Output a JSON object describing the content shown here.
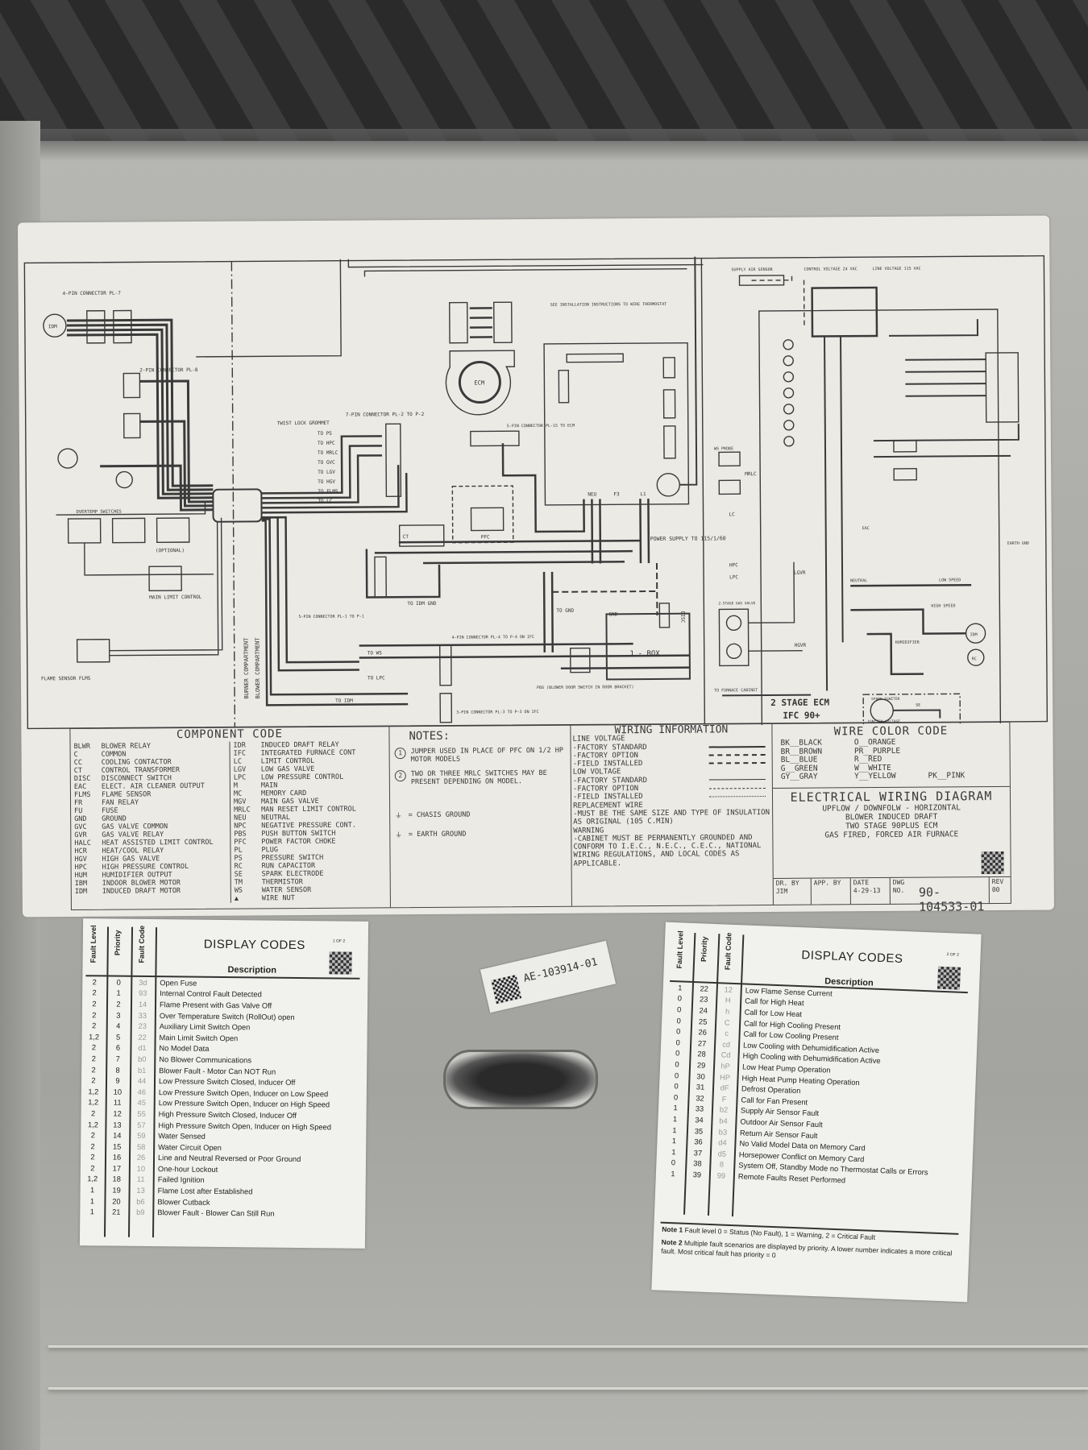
{
  "main_label": {
    "diagram_labels": {
      "idm_connector": "4-PIN CONNECTOR PL-7",
      "idm": "IDM",
      "pressure_switch_connector": "2-PIN CONNECTOR PL-8",
      "flame_sensor": "FLAME SENSOR FLMS",
      "overtemp_switches": "OVERTEMP SWITCHES",
      "optional": "(OPTIONAL)",
      "main_limit": "MAIN LIMIT CONTROL",
      "twist_lock": "TWIST LOCK GROMMET",
      "seven_pin": "7-PIN CONNECTOR PL-2 TO P-2",
      "to_ps": "TO PS",
      "to_hpc": "TO HPC",
      "to_mrlc": "TO MRLC",
      "to_gvc": "TO GVC",
      "to_lgv": "TO LGV",
      "to_hgv": "TO HGV",
      "to_flms": "TO FLMS",
      "to_lc": "TO LC",
      "burner_compartment": "BURNER COMPARTMENT",
      "blower_compartment": "BLOWER COMPARTMENT",
      "ecm": "ECM",
      "see_installation": "SEE INSTALLATION INSTRUCTIONS TO WIRE THERMOSTAT",
      "five_pin": "5-PIN CONNECTOR PL-15 TO ECM",
      "pfc": "PFC",
      "ct": "CT",
      "neu": "NEU",
      "l1": "L1",
      "f3": "F3",
      "power_supply": "POWER SUPPLY TO 115/1/60",
      "disc": "DISC",
      "to_gnd": "TO GND",
      "gnd": "GND",
      "j_box": "J - BOX",
      "pbs": "PBS (BLOWER DOOR SWITCH IN DOOR BRACKET)",
      "five_pin_pl1": "5-PIN CONNECTOR PL-1 TO P-1",
      "four_pin_pl4": "4-PIN CONNECTOR PL-4 TO P-4 ON IFC",
      "three_pin_pl3": "3-PIN CONNECTOR PL-3 TO P-3 ON IFC",
      "to_ws": "TO WS",
      "to_lpc": "TO LPC",
      "to_idm": "TO IDM",
      "to_idm_gnd": "TO IDM GND",
      "supply_air_sensor": "SUPPLY AIR SENSOR",
      "control_voltage": "CONTROL VOLTAGE 24 VAC",
      "line_voltage": "LINE VOLTAGE 115 VAC",
      "ws_probe": "WS PROBE",
      "mrlc": "MRLC",
      "lc": "LC",
      "hpc": "HPC",
      "lpc": "LPC",
      "lgvr": "LGVR",
      "hgvr": "HGVR",
      "two_stage_gas_valve": "2-STAGE GAS VALVE",
      "to_furnace_cabinet": "TO FURNACE CABINET",
      "neutral": "NEUTRAL",
      "humidifier": "HUMIDIFIER",
      "low_speed": "LOW SPEED",
      "high_speed": "HIGH SPEED",
      "idm_right": "IDM",
      "rc": "RC",
      "earth_gnd": "EARTH GND",
      "eac": "EAC",
      "ifc_title_1": "2 STAGE ECM",
      "ifc_title_2": "IFC 90+",
      "spark_igniter": "SPARK IGNITER",
      "igniter_voltage": "IGNITER VOLTAGE",
      "se": "SE"
    },
    "component_code": {
      "title": "COMPONENT CODE",
      "left": [
        [
          "BLWR",
          "BLOWER RELAY"
        ],
        [
          "C",
          "COMMON"
        ],
        [
          "CC",
          "COOLING CONTACTOR"
        ],
        [
          "CT",
          "CONTROL TRANSFORMER"
        ],
        [
          "DISC",
          "DISCONNECT SWITCH"
        ],
        [
          "EAC",
          "ELECT. AIR CLEANER OUTPUT"
        ],
        [
          "FLMS",
          "FLAME SENSOR"
        ],
        [
          "FR",
          "FAN RELAY"
        ],
        [
          "FU",
          "FUSE"
        ],
        [
          "GND",
          "GROUND"
        ],
        [
          "GVC",
          "GAS VALVE COMMON"
        ],
        [
          "GVR",
          "GAS VALVE RELAY"
        ],
        [
          "HALC",
          "HEAT ASSISTED LIMIT CONTROL"
        ],
        [
          "HCR",
          "HEAT/COOL RELAY"
        ],
        [
          "HGV",
          "HIGH GAS VALVE"
        ],
        [
          "HPC",
          "HIGH PRESSURE CONTROL"
        ],
        [
          "HUM",
          "HUMIDIFIER OUTPUT"
        ],
        [
          "IBM",
          "INDOOR BLOWER MOTOR"
        ],
        [
          "IDM",
          "INDUCED DRAFT MOTOR"
        ]
      ],
      "right": [
        [
          "IDR",
          "INDUCED DRAFT RELAY"
        ],
        [
          "IFC",
          "INTEGRATED FURNACE CONT"
        ],
        [
          "LC",
          "LIMIT CONTROL"
        ],
        [
          "LGV",
          "LOW GAS VALVE"
        ],
        [
          "LPC",
          "LOW PRESSURE CONTROL"
        ],
        [
          "M",
          "MAIN"
        ],
        [
          "MC",
          "MEMORY CARD"
        ],
        [
          "MGV",
          "MAIN GAS VALVE"
        ],
        [
          "MRLC",
          "MAN RESET LIMIT CONTROL"
        ],
        [
          "NEU",
          "NEUTRAL"
        ],
        [
          "NPC",
          "NEGATIVE PRESSURE CONT."
        ],
        [
          "PBS",
          "PUSH BUTTON SWITCH"
        ],
        [
          "PFC",
          "POWER FACTOR CHOKE"
        ],
        [
          "PL",
          "PLUG"
        ],
        [
          "PS",
          "PRESSURE SWITCH"
        ],
        [
          "RC",
          "RUN CAPACITOR"
        ],
        [
          "SE",
          "SPARK ELECTRODE"
        ],
        [
          "TM",
          "THERMISTOR"
        ],
        [
          "WS",
          "WATER SENSOR"
        ],
        [
          "▲",
          "WIRE NUT"
        ]
      ]
    },
    "notes": {
      "title": "NOTES:",
      "items": [
        {
          "num": "1",
          "text": "JUMPER USED IN PLACE OF PFC ON 1/2 HP MOTOR MODELS"
        },
        {
          "num": "2",
          "text": "TWO OR THREE MRLC SWITCHES MAY BE PRESENT DEPENDING ON MODEL."
        }
      ],
      "chassis_ground": "= CHASIS GROUND",
      "earth_ground": "= EARTH GROUND"
    },
    "wiring_information": {
      "title": "WIRING INFORMATION",
      "line_voltage": "LINE VOLTAGE",
      "lv_factory_standard": "-FACTORY STANDARD",
      "lv_factory_option": "-FACTORY OPTION",
      "lv_field_installed": "-FIELD INSTALLED",
      "low_voltage": "LOW VOLTAGE",
      "low_factory_standard": "-FACTORY STANDARD",
      "low_factory_option": "-FACTORY OPTION",
      "low_field_installed": "-FIELD INSTALLED",
      "replacement_wire": "REPLACEMENT WIRE",
      "replacement_text": "-MUST BE THE SAME SIZE AND TYPE OF INSULATION AS ORIGINAL (105 C.MIN)",
      "warning": "WARNING",
      "warning_text": "-CABINET MUST BE PERMANENTLY GROUNDED AND CONFORM TO I.E.C., N.E.C., C.E.C., NATIONAL WIRING REGULATIONS, AND LOCAL CODES AS APPLICABLE."
    },
    "wire_color_code": {
      "title": "WIRE COLOR CODE",
      "items": [
        "BK__BLACK",
        "O__ORANGE",
        "",
        "BR__BROWN",
        "PR__PURPLE",
        "",
        "BL__BLUE",
        "R__RED",
        "",
        "G__GREEN",
        "W__WHITE",
        "",
        "GY__GRAY",
        "Y__YELLOW",
        "PK__PINK"
      ]
    },
    "title_block": {
      "title": "ELECTRICAL WIRING DIAGRAM",
      "line1": "UPFLOW / DOWNFOLW - HORIZONTAL",
      "line2": "BLOWER INDUCED DRAFT",
      "line3": "TWO STAGE 90PLUS ECM",
      "line4": "GAS FIRED, FORCED AIR FURNACE",
      "dr_by_label": "DR. BY",
      "dr_by": "JIM",
      "app_by_label": "APP. BY",
      "date_label": "DATE",
      "date": "4-29-13",
      "dwg_label": "DWG NO.",
      "dwg_no": "90-104533-01",
      "rev_label": "REV",
      "rev": "00"
    }
  },
  "sticker": {
    "text": "AE-103914-01"
  },
  "display_codes_1": {
    "title": "DISPLAY CODES",
    "page": "1 OF 2",
    "headers": {
      "fault_level": "Fault Level",
      "priority": "Priority",
      "fault_code": "Fault Code",
      "description": "Description"
    },
    "rows": [
      {
        "level": "2",
        "priority": "0",
        "code": "3d",
        "desc": "Open Fuse"
      },
      {
        "level": "2",
        "priority": "1",
        "code": "93",
        "desc": "Internal Control Fault Detected"
      },
      {
        "level": "2",
        "priority": "2",
        "code": "14",
        "desc": "Flame Present with Gas Valve Off"
      },
      {
        "level": "2",
        "priority": "3",
        "code": "33",
        "desc": "Over Temperature Switch (RollOut) open"
      },
      {
        "level": "2",
        "priority": "4",
        "code": "23",
        "desc": "Auxiliary Limit Switch Open"
      },
      {
        "level": "1,2",
        "priority": "5",
        "code": "22",
        "desc": "Main Limit Switch Open"
      },
      {
        "level": "2",
        "priority": "6",
        "code": "d1",
        "desc": "No Model Data"
      },
      {
        "level": "2",
        "priority": "7",
        "code": "b0",
        "desc": "No Blower Communications"
      },
      {
        "level": "2",
        "priority": "8",
        "code": "b1",
        "desc": "Blower Fault - Motor Can NOT Run"
      },
      {
        "level": "2",
        "priority": "9",
        "code": "44",
        "desc": "Low Pressure Switch Closed, Inducer Off"
      },
      {
        "level": "1,2",
        "priority": "10",
        "code": "46",
        "desc": "Low Pressure Switch Open, Inducer on Low Speed"
      },
      {
        "level": "1,2",
        "priority": "11",
        "code": "45",
        "desc": "Low Pressure Switch Open, Inducer on High Speed"
      },
      {
        "level": "2",
        "priority": "12",
        "code": "55",
        "desc": "High Pressure Switch Closed, Inducer Off"
      },
      {
        "level": "1,2",
        "priority": "13",
        "code": "57",
        "desc": "High Pressure Switch Open, Inducer on High Speed"
      },
      {
        "level": "2",
        "priority": "14",
        "code": "59",
        "desc": "Water Sensed"
      },
      {
        "level": "2",
        "priority": "15",
        "code": "58",
        "desc": "Water Circuit Open"
      },
      {
        "level": "2",
        "priority": "16",
        "code": "26",
        "desc": "Line and Neutral Reversed or Poor Ground"
      },
      {
        "level": "2",
        "priority": "17",
        "code": "10",
        "desc": "One-hour Lockout"
      },
      {
        "level": "1,2",
        "priority": "18",
        "code": "11",
        "desc": "Failed Ignition"
      },
      {
        "level": "1",
        "priority": "19",
        "code": "13",
        "desc": "Flame Lost after Established"
      },
      {
        "level": "1",
        "priority": "20",
        "code": "b6",
        "desc": "Blower Cutback"
      },
      {
        "level": "1",
        "priority": "21",
        "code": "b9",
        "desc": "Blower Fault - Blower Can Still Run"
      }
    ]
  },
  "display_codes_2": {
    "title": "DISPLAY CODES",
    "page": "2 OF 2",
    "headers": {
      "fault_level": "Fault Level",
      "priority": "Priority",
      "fault_code": "Fault Code",
      "description": "Description"
    },
    "rows": [
      {
        "level": "1",
        "priority": "22",
        "code": "12",
        "desc": "Low Flame Sense Current"
      },
      {
        "level": "0",
        "priority": "23",
        "code": "H",
        "desc": "Call for High Heat"
      },
      {
        "level": "0",
        "priority": "24",
        "code": "h",
        "desc": "Call for Low Heat"
      },
      {
        "level": "0",
        "priority": "25",
        "code": "C",
        "desc": "Call for High Cooling Present"
      },
      {
        "level": "0",
        "priority": "26",
        "code": "c",
        "desc": "Call for Low Cooling Present"
      },
      {
        "level": "0",
        "priority": "27",
        "code": "cd",
        "desc": "Low Cooling with Dehumidification Active"
      },
      {
        "level": "0",
        "priority": "28",
        "code": "Cd",
        "desc": "High Cooling with Dehumidification Active"
      },
      {
        "level": "0",
        "priority": "29",
        "code": "hP",
        "desc": "Low Heat Pump Operation"
      },
      {
        "level": "0",
        "priority": "30",
        "code": "HP",
        "desc": "High Heat Pump Heating Operation"
      },
      {
        "level": "0",
        "priority": "31",
        "code": "dF",
        "desc": "Defrost Operation"
      },
      {
        "level": "0",
        "priority": "32",
        "code": "F",
        "desc": "Call for Fan Present"
      },
      {
        "level": "1",
        "priority": "33",
        "code": "b2",
        "desc": "Supply Air Sensor Fault"
      },
      {
        "level": "1",
        "priority": "34",
        "code": "b4",
        "desc": "Outdoor Air Sensor Fault"
      },
      {
        "level": "1",
        "priority": "35",
        "code": "b3",
        "desc": "Return Air Sensor Fault"
      },
      {
        "level": "1",
        "priority": "36",
        "code": "d4",
        "desc": "No Valid Model Data on Memory Card"
      },
      {
        "level": "1",
        "priority": "37",
        "code": "d5",
        "desc": "Horsepower Conflict on Memory Card"
      },
      {
        "level": "0",
        "priority": "38",
        "code": "8",
        "desc": "System Off, Standby Mode no Thermostat Calls or Errors"
      },
      {
        "level": "1",
        "priority": "39",
        "code": "99",
        "desc": "Remote Faults Reset Performed"
      }
    ],
    "note1_label": "Note 1",
    "note1": "Fault level 0 = Status (No Fault), 1 = Warning, 2 = Critical Fault",
    "note2_label": "Note 2",
    "note2": "Multiple fault scenarios are displayed by priority. A lower number indicates a more critical fault. Most critical fault has priority = 0"
  },
  "colors": {
    "panel": "#adada9",
    "label": "#ebeae5",
    "ink": "#333333",
    "foam": "#2c2c2c"
  }
}
